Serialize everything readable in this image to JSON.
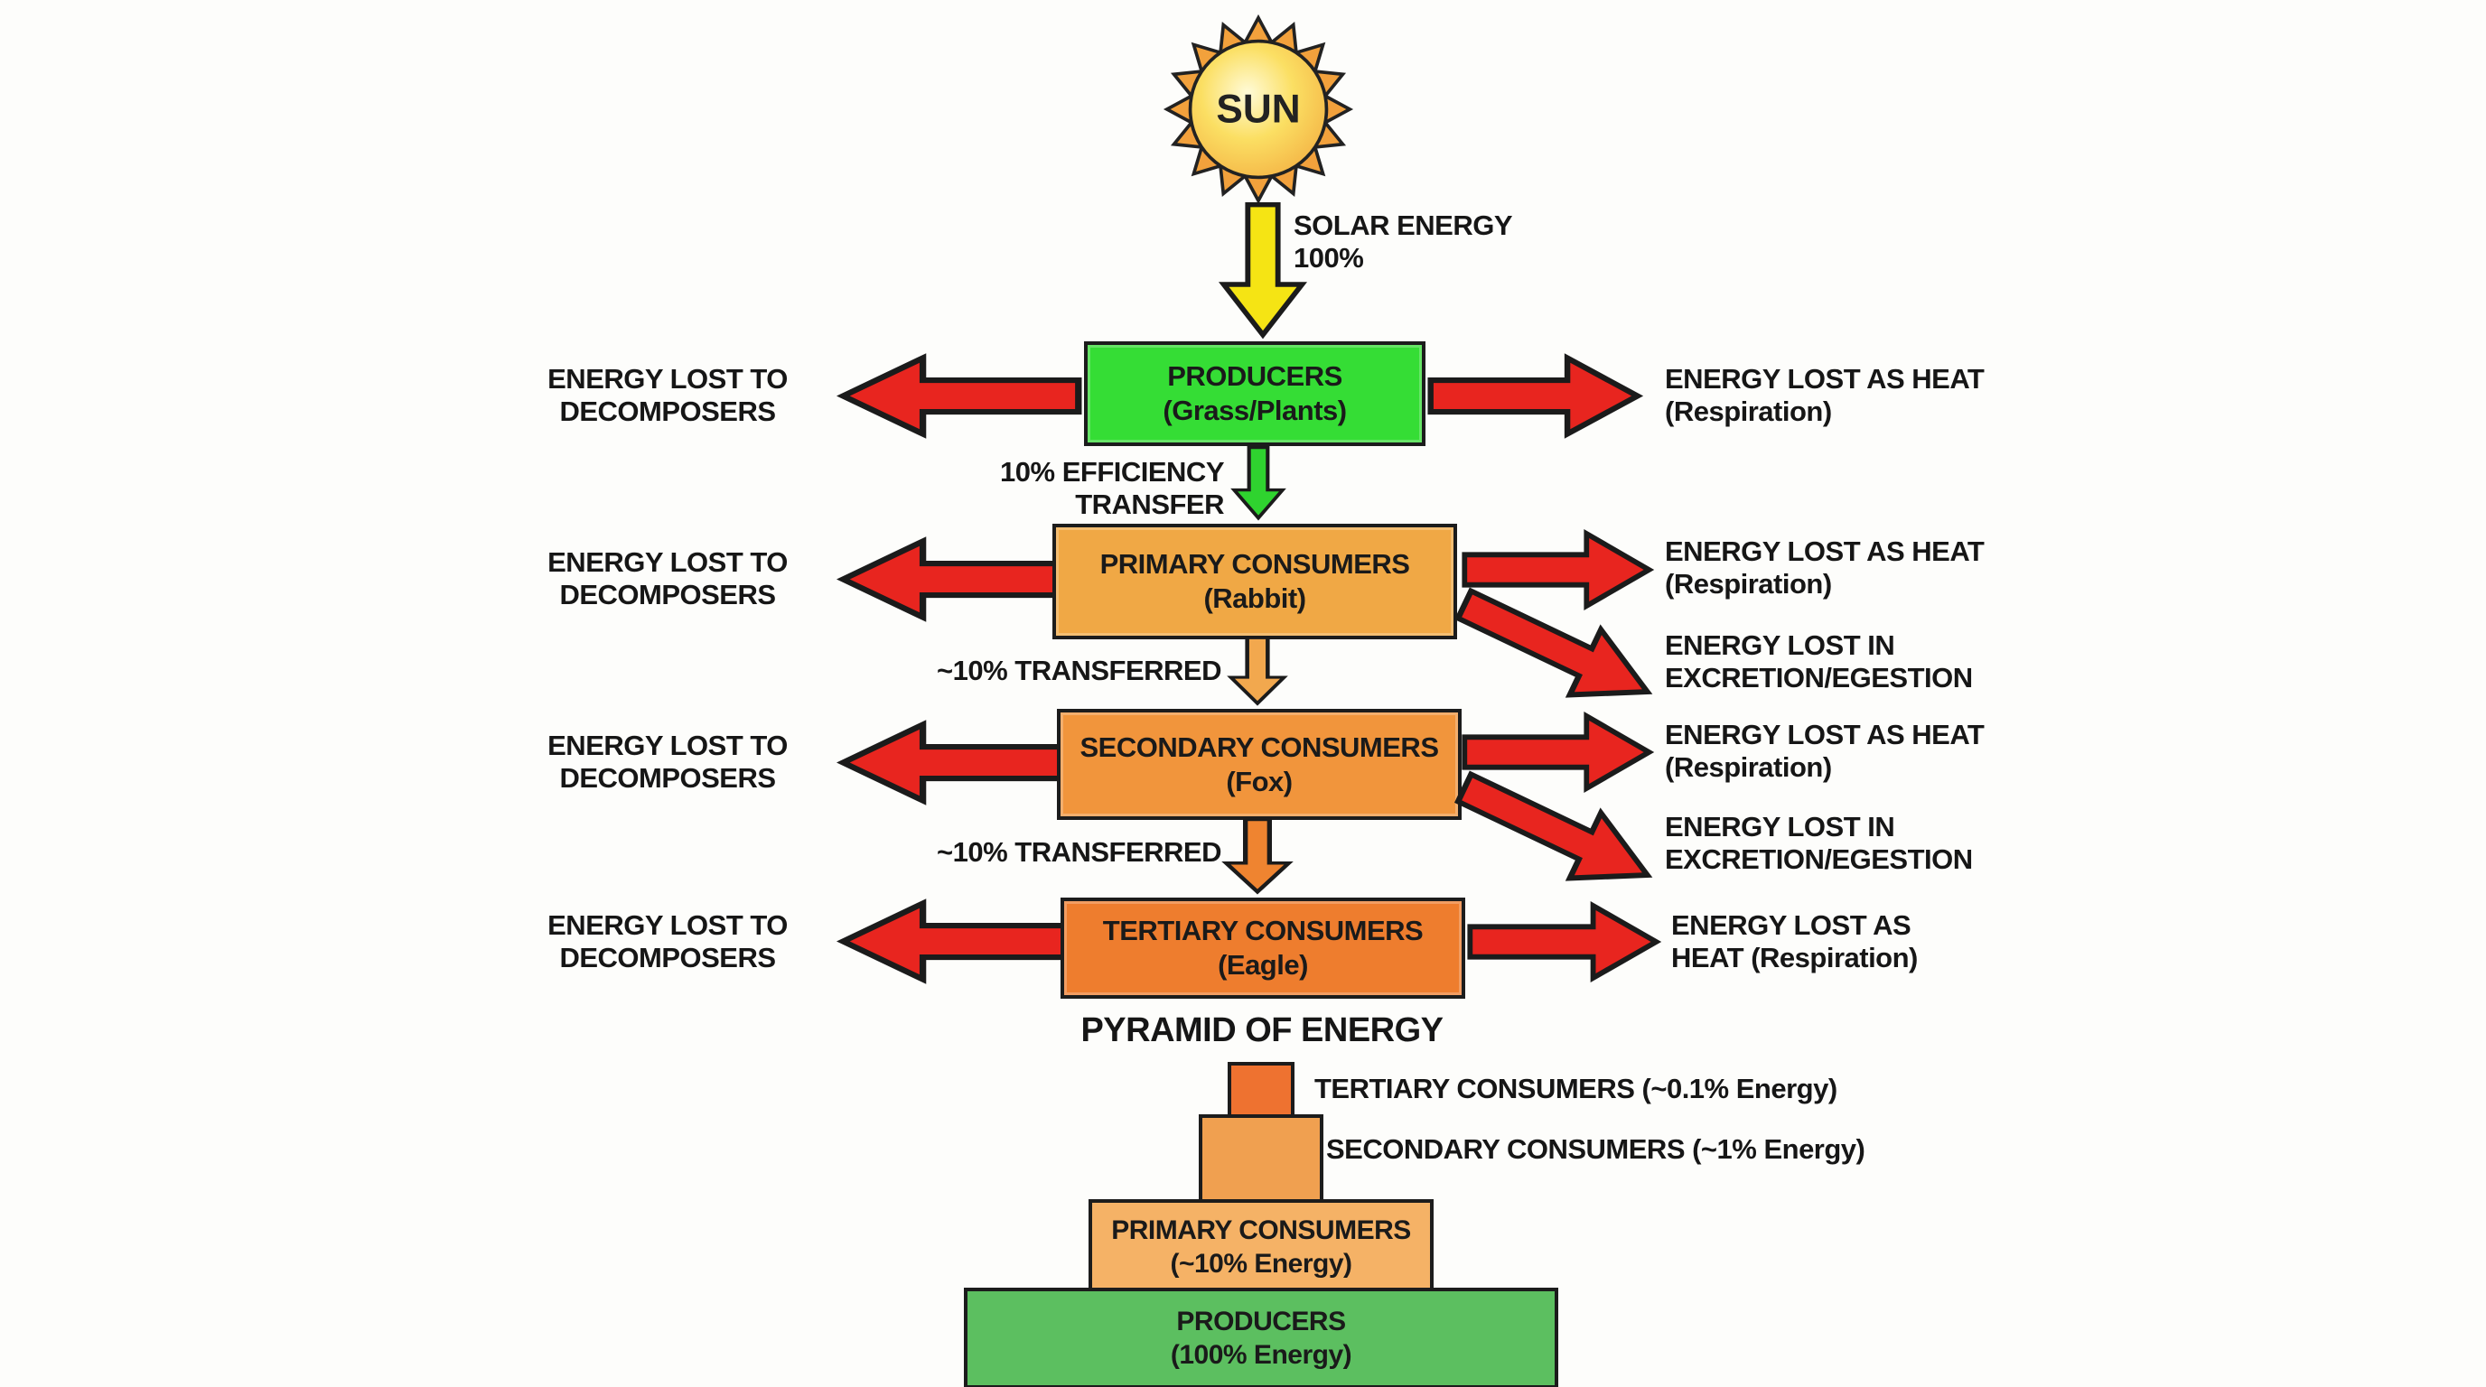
{
  "colors": {
    "background": "#fdfdfb",
    "red_arrow": "#e8251f",
    "yellow_arrow": "#f5e414",
    "green_arrow": "#2fd32f",
    "orange_arrow_light": "#f2a84e",
    "orange_arrow_dark": "#ef8430",
    "sun_ray": "#f2a13c",
    "producers_box": "#35dd35",
    "primary_box": "#f0a845",
    "secondary_box": "#f1953c",
    "tertiary_box": "#ee7d2e",
    "pyramid_tier1": "#ee7230",
    "pyramid_tier2": "#f0a050",
    "pyramid_tier3": "#f5b266",
    "pyramid_tier4": "#5cbf60"
  },
  "sun": {
    "label": "SUN"
  },
  "solar": {
    "line1": "SOLAR ENERGY",
    "line2": "100%"
  },
  "levels": [
    {
      "name": "PRODUCERS",
      "organism": "(Grass/Plants)",
      "left_loss_line1": "ENERGY LOST TO",
      "left_loss_line2": "DECOMPOSERS",
      "right_heat_line1": "ENERGY LOST AS HEAT",
      "right_heat_line2": "(Respiration)"
    },
    {
      "name": "PRIMARY CONSUMERS",
      "organism": "(Rabbit)",
      "left_loss_line1": "ENERGY LOST TO",
      "left_loss_line2": "DECOMPOSERS",
      "right_heat_line1": "ENERGY LOST AS HEAT",
      "right_heat_line2": "(Respiration)",
      "right_excretion_line1": "ENERGY LOST IN",
      "right_excretion_line2": "EXCRETION/EGESTION"
    },
    {
      "name": "SECONDARY CONSUMERS",
      "organism": "(Fox)",
      "left_loss_line1": "ENERGY LOST TO",
      "left_loss_line2": "DECOMPOSERS",
      "right_heat_line1": "ENERGY LOST AS HEAT",
      "right_heat_line2": "(Respiration)",
      "right_excretion_line1": "ENERGY LOST IN",
      "right_excretion_line2": "EXCRETION/EGESTION"
    },
    {
      "name": "TERTIARY CONSUMERS",
      "organism": "(Eagle)",
      "left_loss_line1": "ENERGY LOST TO",
      "left_loss_line2": "DECOMPOSERS",
      "right_heat_line1": "ENERGY LOST AS",
      "right_heat_line2": "HEAT (Respiration)"
    }
  ],
  "transfers": [
    {
      "line1": "10% EFFICIENCY",
      "line2": "TRANSFER"
    },
    {
      "line1": "~10% TRANSFERRED"
    },
    {
      "line1": "~10% TRANSFERRED"
    }
  ],
  "pyramid": {
    "title": "PYRAMID OF ENERGY",
    "tier1_label": "TERTIARY CONSUMERS (~0.1% Energy)",
    "tier2_label": "SECONDARY CONSUMERS (~1% Energy)",
    "tier3_line1": "PRIMARY CONSUMERS",
    "tier3_line2": "(~10% Energy)",
    "tier4_line1": "PRODUCERS",
    "tier4_line2": "(100% Energy)"
  }
}
